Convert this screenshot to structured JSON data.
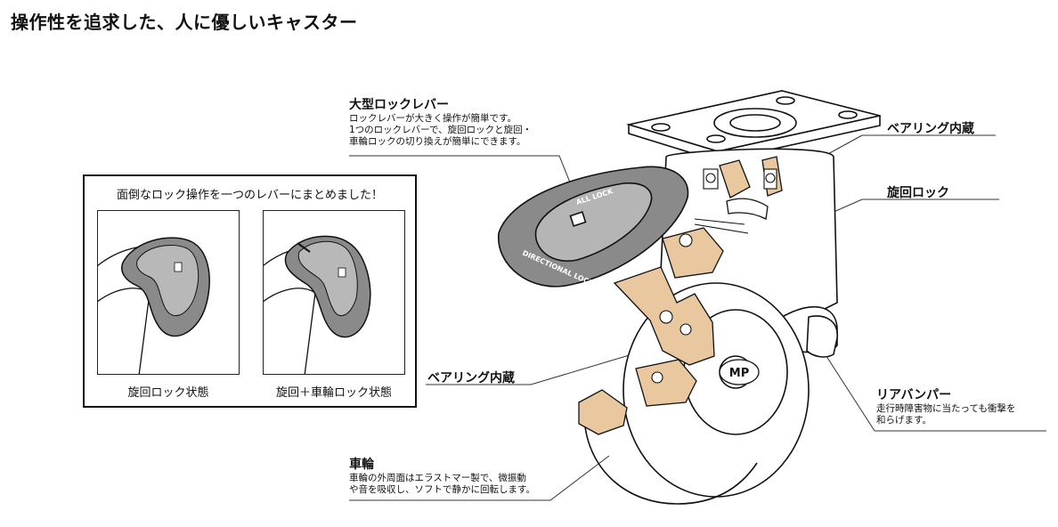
{
  "page": {
    "title": "操作性を追求した、人に優しいキャスター"
  },
  "callouts": {
    "big_lever": {
      "heading": "大型ロックレバー",
      "lines": [
        "ロックレバーが大きく操作が簡単です。",
        "1つのロックレバーで、旋回ロックと旋回・",
        "車輪ロックの切り換えが簡単にできます。"
      ]
    },
    "bearing_top": {
      "heading": "ベアリング内蔵"
    },
    "swivel_lock": {
      "heading": "旋回ロック"
    },
    "bearing_bottom": {
      "heading": "ベアリング内蔵"
    },
    "rear_bumper": {
      "heading": "リアバンパー",
      "lines": [
        "走行時障害物に当たっても衝撃を",
        "和らげます。"
      ]
    },
    "wheel": {
      "heading": "車輪",
      "lines": [
        "車輪の外周面はエラストマー製で、微振動",
        "や音を吸収し、ソフトで静かに回転します。"
      ]
    }
  },
  "inset": {
    "title": "面倒なロック操作を一つのレバーにまとめました！",
    "panels": [
      {
        "label": "旋回ロック状態"
      },
      {
        "label": "旋回＋車輪ロック状態"
      }
    ]
  },
  "lever_text": {
    "all_lock": "ALL LOCK",
    "directional_lock": "DIRECTIONAL LOCK"
  },
  "brand_mark": "MP",
  "colors": {
    "accent_tan": "#e9c79f",
    "line": "#111111",
    "lever_gray": "#8a8a8a"
  }
}
